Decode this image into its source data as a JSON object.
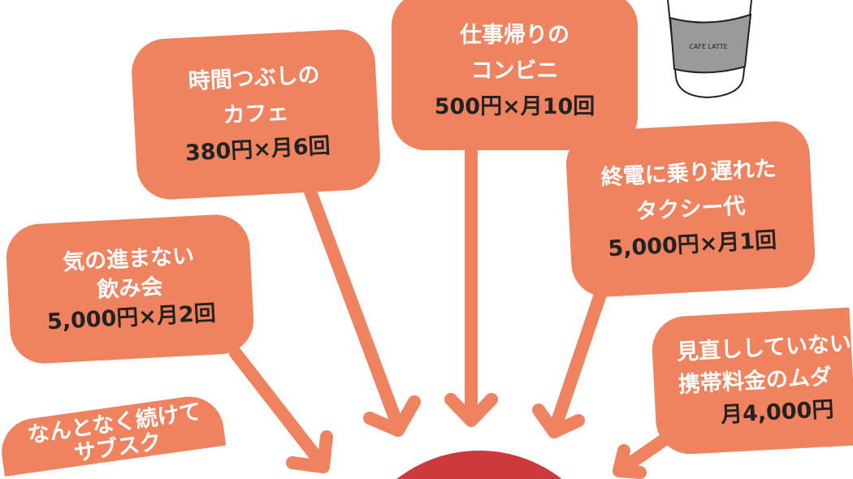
{
  "colors": {
    "box": "#EF8360",
    "circle": "#CC3A3E",
    "text_light": "#ffffff",
    "text_dark": "#222222"
  },
  "cup": {
    "label": "CAFE LATTE"
  },
  "items": [
    {
      "lines": [
        "時間つぶしの",
        "カフェ"
      ],
      "amount": "380円×月6回"
    },
    {
      "lines": [
        "仕事帰りの",
        "コンビニ"
      ],
      "amount": "500円×月10回"
    },
    {
      "lines": [
        "気の進まない",
        "飲み会"
      ],
      "amount": "5,000円×月2回"
    },
    {
      "lines": [
        "終電に乗り遅れた",
        "タクシー代"
      ],
      "amount": "5,000円×月1回"
    },
    {
      "lines": [
        "見直ししていない",
        "携帯料金のムダ"
      ],
      "amount": "月4,000円"
    },
    {
      "lines": [
        "なんとなく続けて",
        "サブスク"
      ],
      "amount": ""
    }
  ]
}
